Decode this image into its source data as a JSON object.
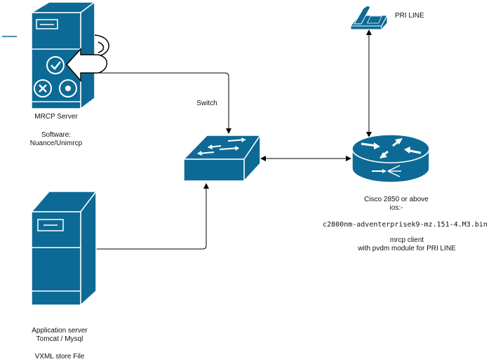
{
  "colors": {
    "device": "#0d6a96",
    "line": "#000000",
    "text": "#111111"
  },
  "nodes": {
    "mrcp_server": {
      "name": "MRCP Server",
      "software_label": "Software:",
      "software": "Nuance/Unimrcp",
      "icon": "server-with-status-icon"
    },
    "app_server": {
      "line1": "Application server",
      "line2": "Tomcat / Mysql",
      "line3": "VXML store File",
      "icon": "server-tower-icon"
    },
    "switch": {
      "name": "Switch",
      "icon": "switch-icon"
    },
    "router": {
      "line1": "Cisco 2850 or above",
      "line2": "ios:-",
      "ios_image": "c2800nm-adventerprisek9-mz.151-4.M3.bin",
      "line4": "mrcp client",
      "line5": "with pvdm module for PRI LINE",
      "icon": "router-icon"
    },
    "phone": {
      "name": "PRI LINE",
      "icon": "telephone-icon"
    }
  },
  "connections": [
    {
      "from": "mrcp_server",
      "to": "switch",
      "arrow": "to"
    },
    {
      "from": "app_server",
      "to": "switch",
      "arrow": "to"
    },
    {
      "from": "switch",
      "to": "router",
      "arrow": "both"
    },
    {
      "from": "router",
      "to": "phone",
      "arrow": "both"
    }
  ]
}
